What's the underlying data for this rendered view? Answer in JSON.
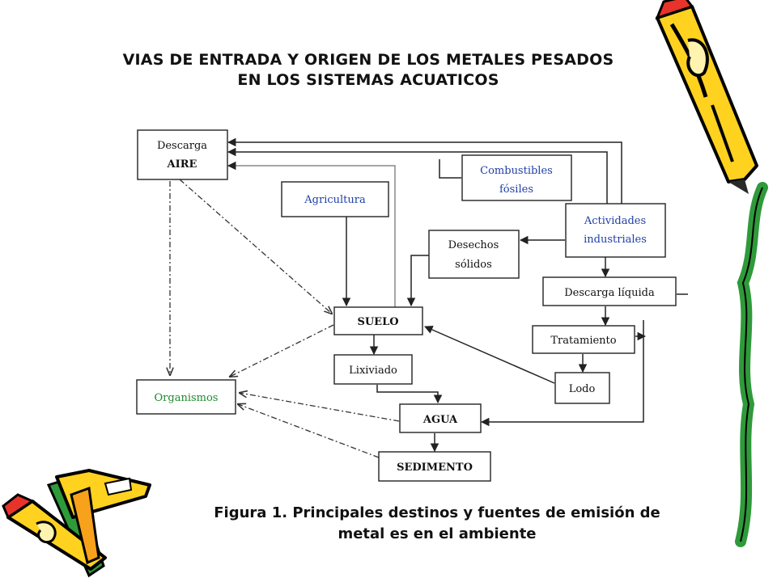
{
  "title": {
    "line1": "VIAS DE ENTRADA Y ORIGEN DE LOS METALES PESADOS",
    "line2": "EN LOS SISTEMAS ACUATICOS"
  },
  "caption": {
    "line1": "Figura 1. Principales destinos y fuentes de emisión de",
    "line2": "metal es en el ambiente"
  },
  "nodes": {
    "descarga_aire": {
      "line1": "Descarga",
      "line2": "AIRE"
    },
    "combustibles": {
      "line1": "Combustibles",
      "line2": "fósiles"
    },
    "agricultura": {
      "label": "Agricultura"
    },
    "desechos": {
      "line1": "Desechos",
      "line2": "sólidos"
    },
    "actividades": {
      "line1": "Actividades",
      "line2": "industriales"
    },
    "descarga_liquida": {
      "label": "Descarga líquida"
    },
    "suelo": {
      "label": "SUELO"
    },
    "tratamiento": {
      "label": "Tratamiento"
    },
    "lixiviado": {
      "label": "Lixiviado"
    },
    "lodo": {
      "label": "Lodo"
    },
    "organismos": {
      "label": "Organismos"
    },
    "agua": {
      "label": "AGUA"
    },
    "sedimento": {
      "label": "SEDIMENTO"
    }
  },
  "colors": {
    "blue_text": "#1f3fa8",
    "green_text": "#1e8a2a",
    "pencil_yellow": "#ffd21f",
    "pencil_red": "#e8332a",
    "pencil_green": "#2f9a3a"
  }
}
